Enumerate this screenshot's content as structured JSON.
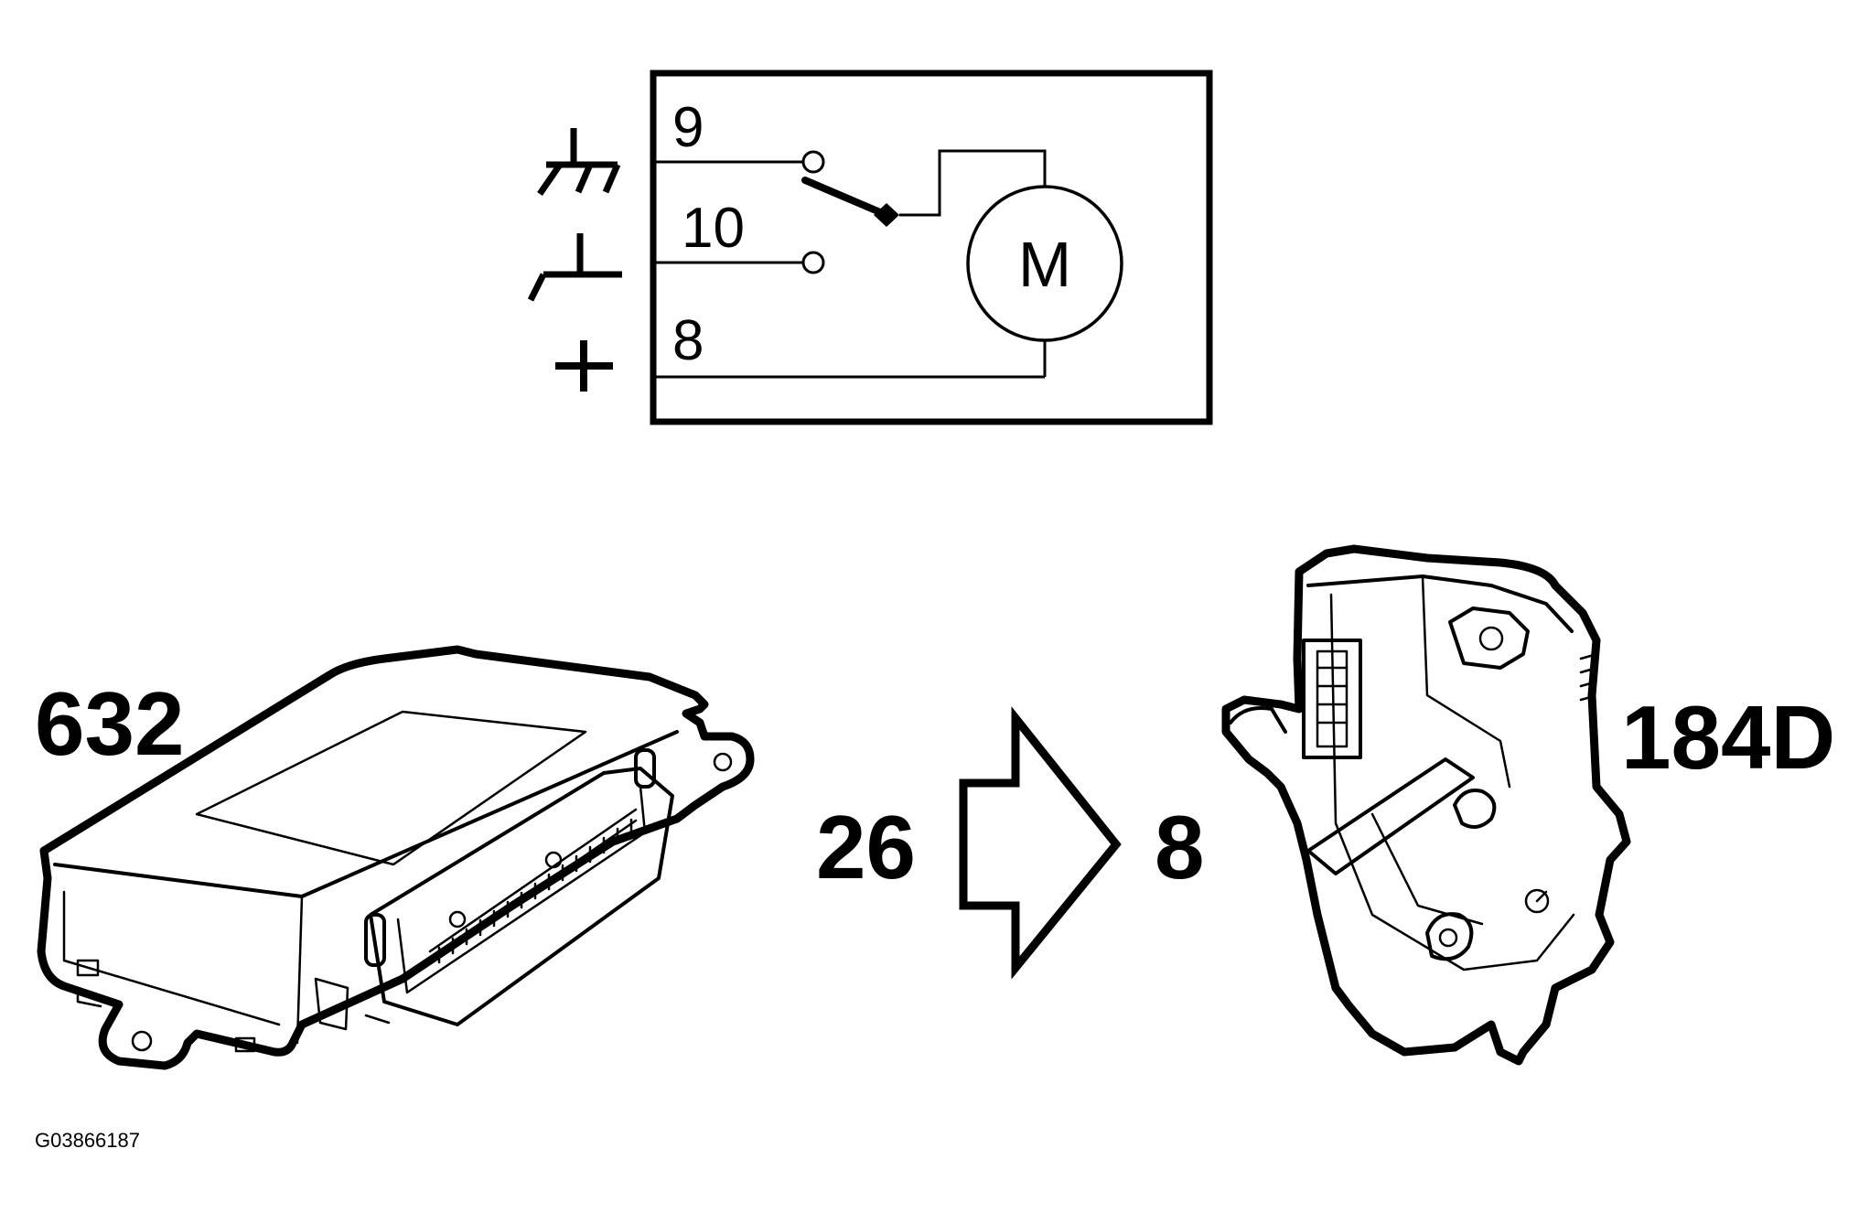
{
  "schematic": {
    "pins": [
      "9",
      "10",
      "8"
    ],
    "motor_label": "M",
    "symbols": [
      "ground-switch-icon",
      "ground-icon",
      "plus-icon"
    ]
  },
  "components": {
    "control_module": "632",
    "lock_actuator": "184D"
  },
  "connection": {
    "from_pin": "26",
    "to_pin": "8",
    "arrow": "right-arrow-icon"
  },
  "figure_code": "G03866187"
}
